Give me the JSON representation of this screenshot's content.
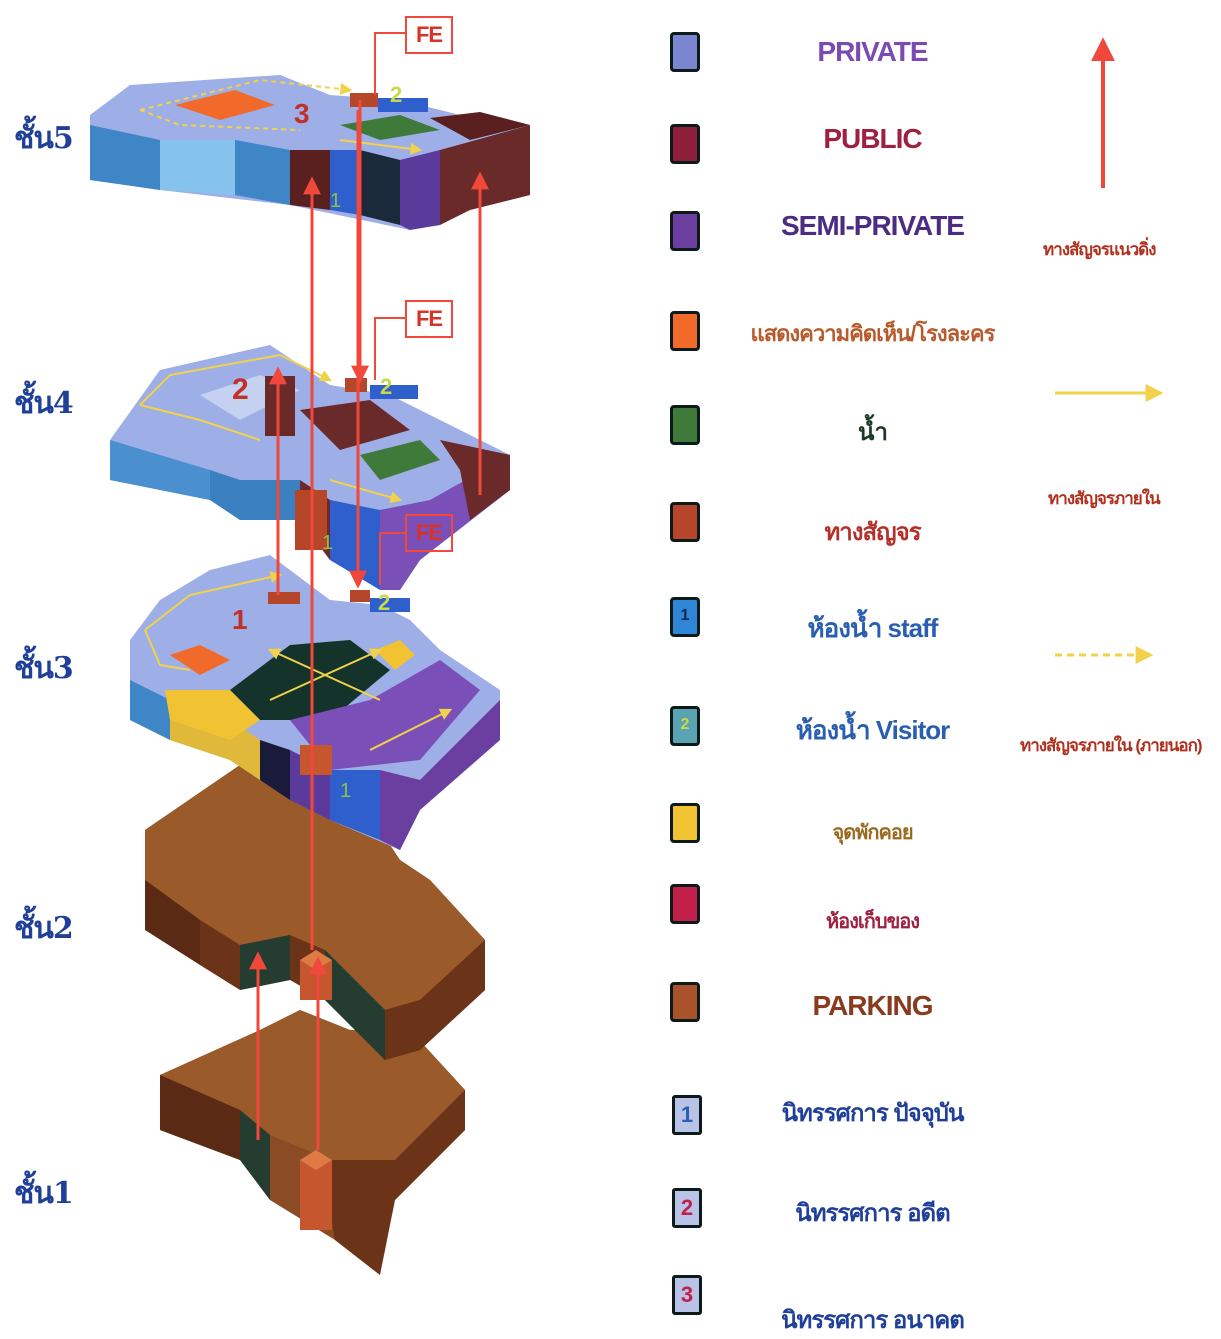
{
  "floors": {
    "f5": "ชั้น5",
    "f4": "ชั้น4",
    "f3": "ชั้น3",
    "f2": "ชั้น2",
    "f1": "ชั้น1"
  },
  "fire_exit": "FE",
  "zone_numbers": {
    "one": "1",
    "two": "2",
    "three": "3"
  },
  "legend": [
    {
      "label": "PRIVATE",
      "color": "#7a86d0",
      "text_color": "#7a4bb2"
    },
    {
      "label": "PUBLIC",
      "color": "#8e1f3c",
      "text_color": "#a0203f"
    },
    {
      "label": "SEMI-PRIVATE",
      "color": "#6a3fa0",
      "text_color": "#4b2c82"
    },
    {
      "label": "แสดงความคิดเห็น/โรงละคร",
      "color": "#f26a2a",
      "text_color": "#b85a2a"
    },
    {
      "label": "น้ำ",
      "color": "#3f7a3a",
      "text_color": "#1d3a24"
    },
    {
      "label": "ทางสัญจร",
      "color": "#b5462a",
      "text_color": "#b5302a"
    },
    {
      "label": "ห้องน้ำ staff",
      "color": "#2f86d6",
      "text_color": "#2a5fb0"
    },
    {
      "label": "ห้องน้ำ Visitor",
      "color": "#5aa3b2",
      "text_color": "#2a5fb0"
    },
    {
      "label": "จุดพักคอย",
      "color": "#f1c232",
      "text_color": "#9a6a1f"
    },
    {
      "label": "ห้องเก็บของ",
      "color": "#c2204a",
      "text_color": "#a0203f"
    },
    {
      "label": "PARKING",
      "color": "#a8532a",
      "text_color": "#8a3a1f"
    }
  ],
  "exhibitions": [
    {
      "number": "1",
      "label": "นิทรรศการ ปัจจุบัน",
      "num_color": "#2a5fb0"
    },
    {
      "number": "2",
      "label": "นิทรรศการ อดีต",
      "num_color": "#c2204a"
    },
    {
      "number": "3",
      "label": "นิทรรศการ อนาคต",
      "num_color": "#c2204a"
    }
  ],
  "flows": [
    {
      "label": "ทางสัญจรแนวดิ่ง",
      "color": "#f0483a",
      "style": "solid-arrow-up"
    },
    {
      "label": "ทางสัญจรภายใน",
      "color": "#f2d24a",
      "style": "solid-arrow-right"
    },
    {
      "label": "ทางสัญจรภายใน (ภายนอก)",
      "color": "#f2d24a",
      "style": "dashed-arrow-right"
    }
  ]
}
